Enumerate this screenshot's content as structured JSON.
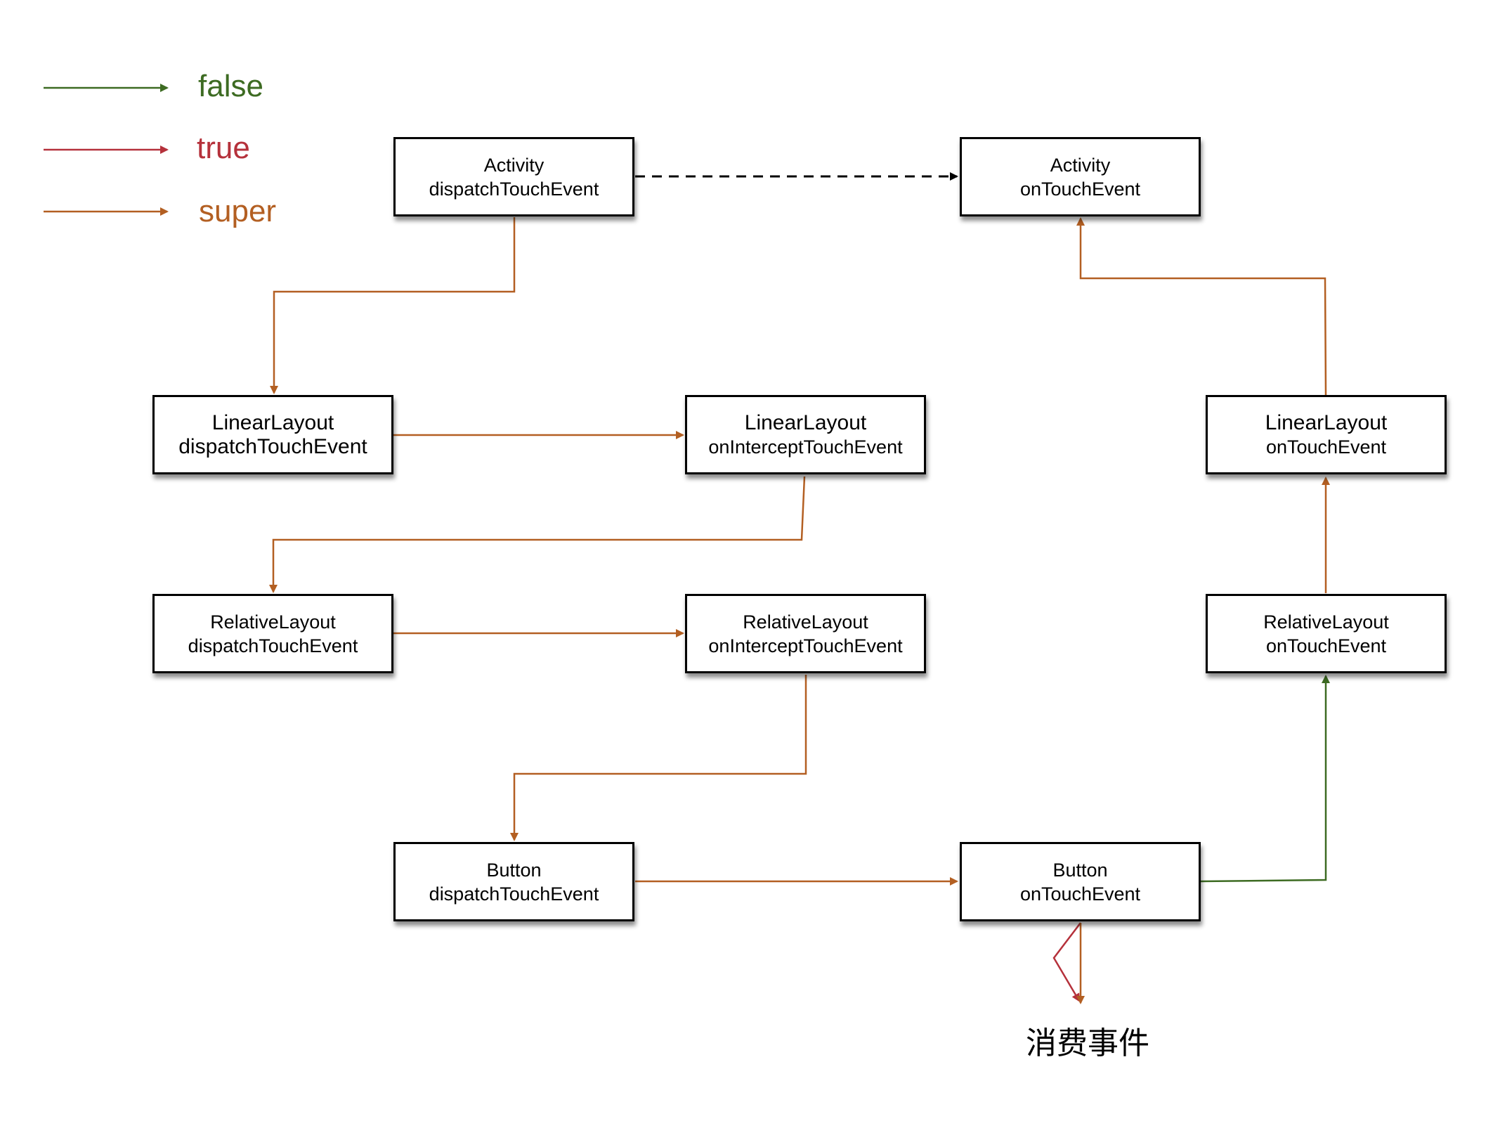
{
  "colors": {
    "false": "#3d6b22",
    "true": "#b5313b",
    "super": "#b35f22",
    "dashed": "#000000"
  },
  "legend": [
    {
      "key": "false",
      "label": "false"
    },
    {
      "key": "true",
      "label": "true"
    },
    {
      "key": "super",
      "label": "super"
    }
  ],
  "nodes": {
    "activity_dispatch": {
      "line1": "Activity",
      "line2": "dispatchTouchEvent"
    },
    "activity_ontouch": {
      "line1": "Activity",
      "line2": "onTouchEvent"
    },
    "linear_dispatch": {
      "line1": "LinearLayout",
      "line2": "dispatchTouchEvent"
    },
    "linear_intercept": {
      "line1": "LinearLayout",
      "line2": "onInterceptTouchEvent"
    },
    "linear_ontouch": {
      "line1": "LinearLayout",
      "line2": "onTouchEvent"
    },
    "relative_dispatch": {
      "line1": "RelativeLayout",
      "line2": "dispatchTouchEvent"
    },
    "relative_intercept": {
      "line1": "RelativeLayout",
      "line2": "onInterceptTouchEvent"
    },
    "relative_ontouch": {
      "line1": "RelativeLayout",
      "line2": "onTouchEvent"
    },
    "button_dispatch": {
      "line1": "Button",
      "line2": "dispatchTouchEvent"
    },
    "button_ontouch": {
      "line1": "Button",
      "line2": "onTouchEvent"
    }
  },
  "consume_label": "消费事件",
  "edges": [
    {
      "from": "activity_dispatch",
      "to": "activity_ontouch",
      "style": "dashed"
    },
    {
      "from": "activity_dispatch",
      "to": "linear_dispatch",
      "style": "super"
    },
    {
      "from": "linear_dispatch",
      "to": "linear_intercept",
      "style": "super"
    },
    {
      "from": "linear_intercept",
      "to": "relative_dispatch",
      "style": "super"
    },
    {
      "from": "relative_dispatch",
      "to": "relative_intercept",
      "style": "super"
    },
    {
      "from": "relative_intercept",
      "to": "button_dispatch",
      "style": "super"
    },
    {
      "from": "button_dispatch",
      "to": "button_ontouch",
      "style": "super"
    },
    {
      "from": "button_ontouch",
      "to": "relative_ontouch",
      "style": "false"
    },
    {
      "from": "relative_ontouch",
      "to": "linear_ontouch",
      "style": "super"
    },
    {
      "from": "linear_ontouch",
      "to": "activity_ontouch",
      "style": "super"
    },
    {
      "from": "button_ontouch",
      "to": "consume",
      "style": "true"
    },
    {
      "from": "button_ontouch",
      "to": "consume",
      "style": "super"
    }
  ]
}
